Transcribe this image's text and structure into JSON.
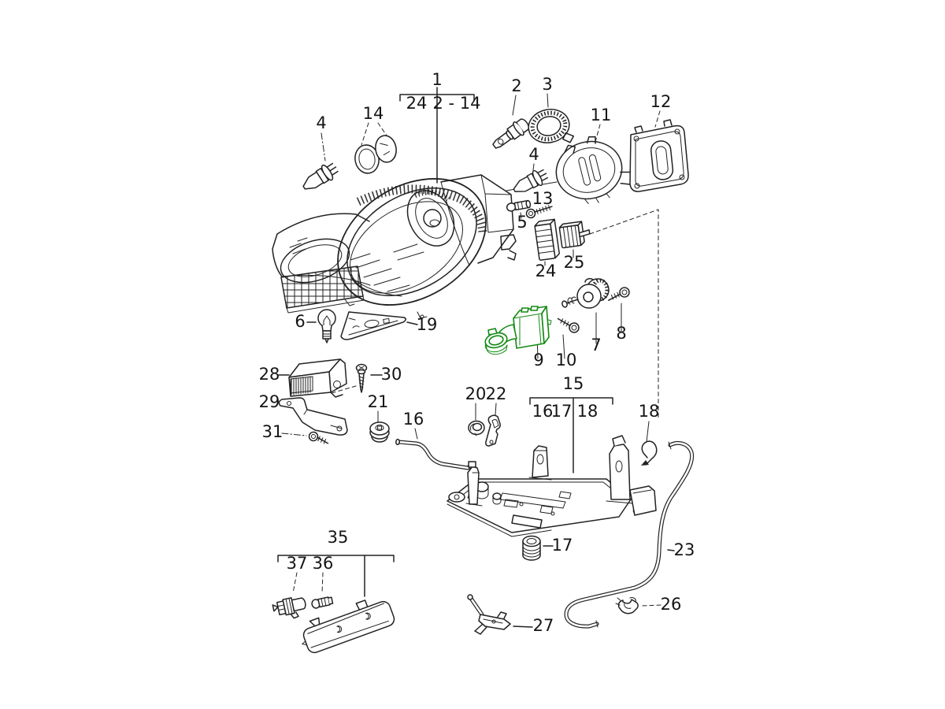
{
  "diagram": {
    "background": "#ffffff",
    "line_color": "#222222",
    "highlight_color": "#128a12",
    "highlighted_part_number": "9",
    "kind": "exploded-parts-diagram-headlamp"
  },
  "callouts": {
    "assembly": "1",
    "assembly_sub_left": "24",
    "assembly_sub_right": "2 - 14",
    "xenon_bulb": "2",
    "retaining_ring": "3",
    "bulb_left": "4",
    "bulb_mid": "4",
    "small_bulb_5": "5",
    "bulb_6": "6",
    "adjuster_motor_7": "7",
    "screw_8": "8",
    "leveling_motor_9": "9",
    "screw_10": "10",
    "frame_11": "11",
    "control_unit_12": "12",
    "screw_13": "13",
    "caps_14": "14",
    "carrier_15": "15",
    "carrier_sub_16": "16",
    "carrier_sub_17": "17",
    "carrier_sub_18": "18",
    "rod_16": "16",
    "damper_17": "17",
    "hook_18": "18",
    "cover_19": "19",
    "grommet_20": "20",
    "grommet_21": "21",
    "lever_22": "22",
    "hose_23": "23",
    "connector_24": "24",
    "connector_25": "25",
    "clip_26": "26",
    "bracket_27": "27",
    "module_28": "28",
    "bracket_29": "29",
    "screw_30": "30",
    "screw_31": "31",
    "side_marker_35": "35",
    "bulb_36": "36",
    "socket_37": "37"
  }
}
